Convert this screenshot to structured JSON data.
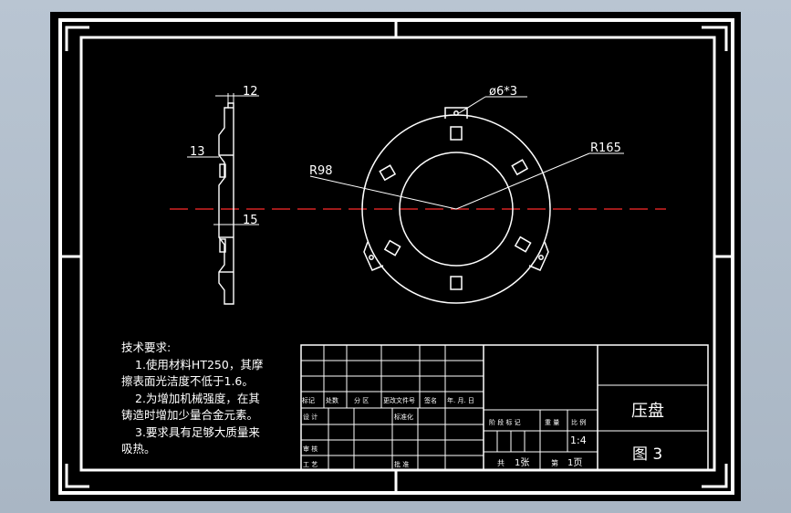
{
  "colors": {
    "background": "#b9c5d2",
    "sheet": "#000000",
    "line": "#ffffff",
    "centerline": "#ff2a2a"
  },
  "dimensions": {
    "top_thickness": "12",
    "left_offset": "13",
    "mid_thickness": "15",
    "hole": "ø6*3",
    "inner_radius": "R98",
    "outer_radius": "R165"
  },
  "tech_requirements": {
    "title": "技术要求:",
    "lines": [
      "1.使用材料HT250，其摩",
      "擦表面光洁度不低于1.6。",
      "2.为增加机械强度，在其",
      "铸造时增加少量合金元素。",
      "3.要求具有足够大质量来",
      "吸热。"
    ]
  },
  "title_block": {
    "part_name": "压盘",
    "drawing_no": "图 3",
    "scale": "1:4",
    "labels": {
      "mark": "标记",
      "count": "处数",
      "zone": "分 区",
      "change_doc": "更改文件号",
      "sign": "签名",
      "date": "年. 月. 日",
      "design": "设 计",
      "standardize": "标准化",
      "review": "审 核",
      "process": "工 艺",
      "approve": "批 准",
      "stage_mark": "阶 段 标 记",
      "weight": "重 量",
      "ratio": "比 例",
      "total_prefix": "共",
      "total_value": "1张",
      "sheet_prefix": "第",
      "sheet_value": "1页"
    }
  }
}
